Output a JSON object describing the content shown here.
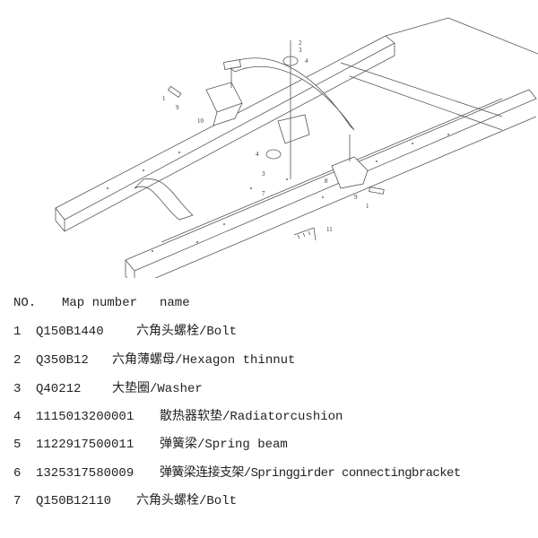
{
  "diagram": {
    "callouts": [
      "1",
      "2",
      "3",
      "4",
      "9",
      "10",
      "4",
      "3",
      "7",
      "8",
      "9",
      "1",
      "11"
    ]
  },
  "table": {
    "header": {
      "no": "NO.",
      "map_number": "Map number",
      "name": "name"
    },
    "rows": [
      {
        "no": "1",
        "map_number": "Q150B1440",
        "name": "六角头螺栓/Bolt"
      },
      {
        "no": "2",
        "map_number": "Q350B12",
        "name": "六角薄螺母/Hexagon thinnut"
      },
      {
        "no": "3",
        "map_number": "Q40212",
        "name": "大垫圈/Washer"
      },
      {
        "no": "4",
        "map_number": "1115013200001",
        "name": "散热器软垫/Radiatorcushion"
      },
      {
        "no": "5",
        "map_number": "1122917500011",
        "name": "弹簧梁/Spring beam"
      },
      {
        "no": "6",
        "map_number": "1325317580009",
        "name": "弹簧梁连接支架/Springgirder connectingbracket"
      },
      {
        "no": "7",
        "map_number": "Q150B12110",
        "name": "六角头螺栓/Bolt"
      }
    ]
  }
}
